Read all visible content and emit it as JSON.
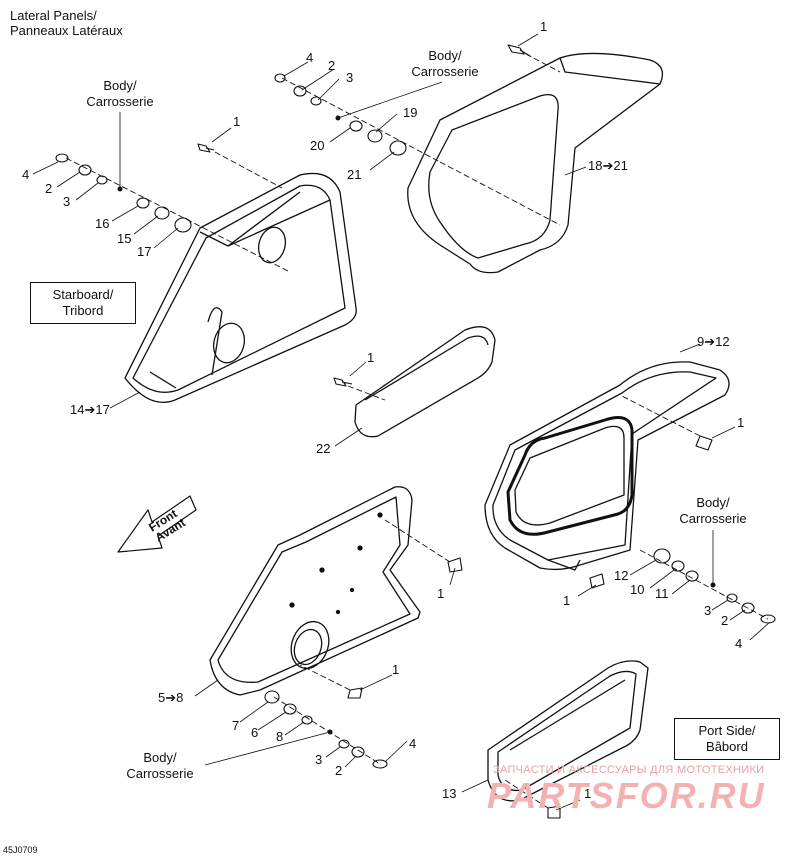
{
  "title": {
    "line1": "Lateral Panels/",
    "line2": "Panneaux Latéraux"
  },
  "boxes": {
    "starboard": {
      "line1": "Starboard/",
      "line2": "Tribord"
    },
    "port": {
      "line1": "Port Side/",
      "line2": "Bâbord"
    }
  },
  "body_label": {
    "line1": "Body/",
    "line2": "Carrosserie"
  },
  "front_arrow": {
    "line1": "Front",
    "line2": "Avant"
  },
  "callouts": {
    "c1": "1",
    "c2": "2",
    "c3": "3",
    "c4": "4",
    "c5_8": "5➔8",
    "c6": "6",
    "c7": "7",
    "c8": "8",
    "c9_12": "9➔12",
    "c10": "10",
    "c11": "11",
    "c12": "12",
    "c13": "13",
    "c14_17": "14➔17",
    "c15": "15",
    "c16": "16",
    "c17": "17",
    "c18_21": "18➔21",
    "c19": "19",
    "c20": "20",
    "c21": "21",
    "c22": "22"
  },
  "figure_code": "45J0709",
  "watermark": {
    "line1": "ЗАПЧАСТИ И АКСЕССУАРЫ ДЛЯ МОТОТЕХНИКИ",
    "line2": "PARTSFOR.RU"
  }
}
